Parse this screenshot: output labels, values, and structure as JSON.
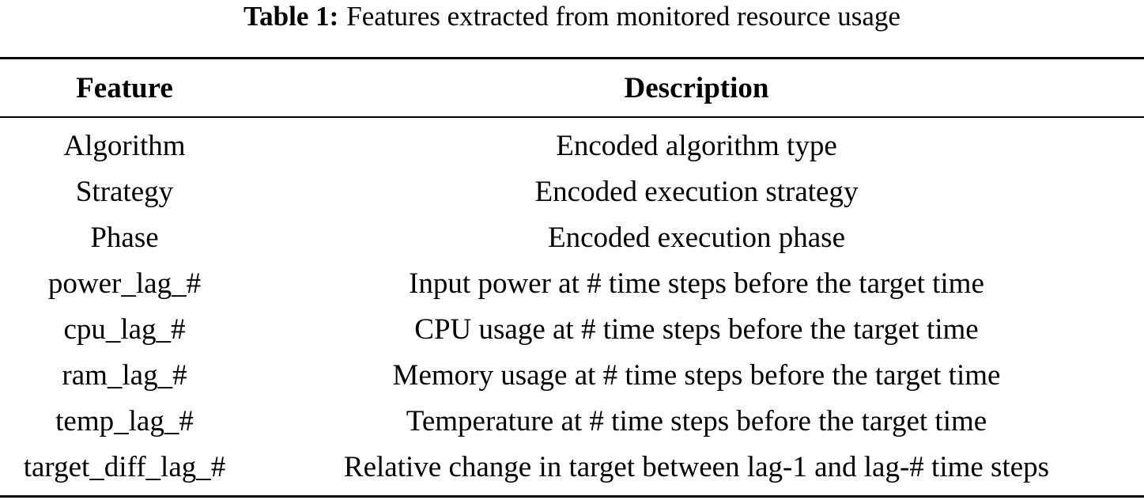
{
  "caption": {
    "label": "Table 1:",
    "text": "Features extracted from monitored resource usage"
  },
  "table": {
    "headers": [
      "Feature",
      "Description"
    ],
    "rows": [
      [
        "Algorithm",
        "Encoded algorithm type"
      ],
      [
        "Strategy",
        "Encoded execution strategy"
      ],
      [
        "Phase",
        "Encoded execution phase"
      ],
      [
        "power_lag_#",
        "Input power at # time steps before the target time"
      ],
      [
        "cpu_lag_#",
        "CPU usage at # time steps before the target time"
      ],
      [
        "ram_lag_#",
        "Memory usage at # time steps before the target time"
      ],
      [
        "temp_lag_#",
        "Temperature at # time steps before the target time"
      ],
      [
        "target_diff_lag_#",
        "Relative change in target between lag-1 and lag-# time steps"
      ]
    ]
  }
}
